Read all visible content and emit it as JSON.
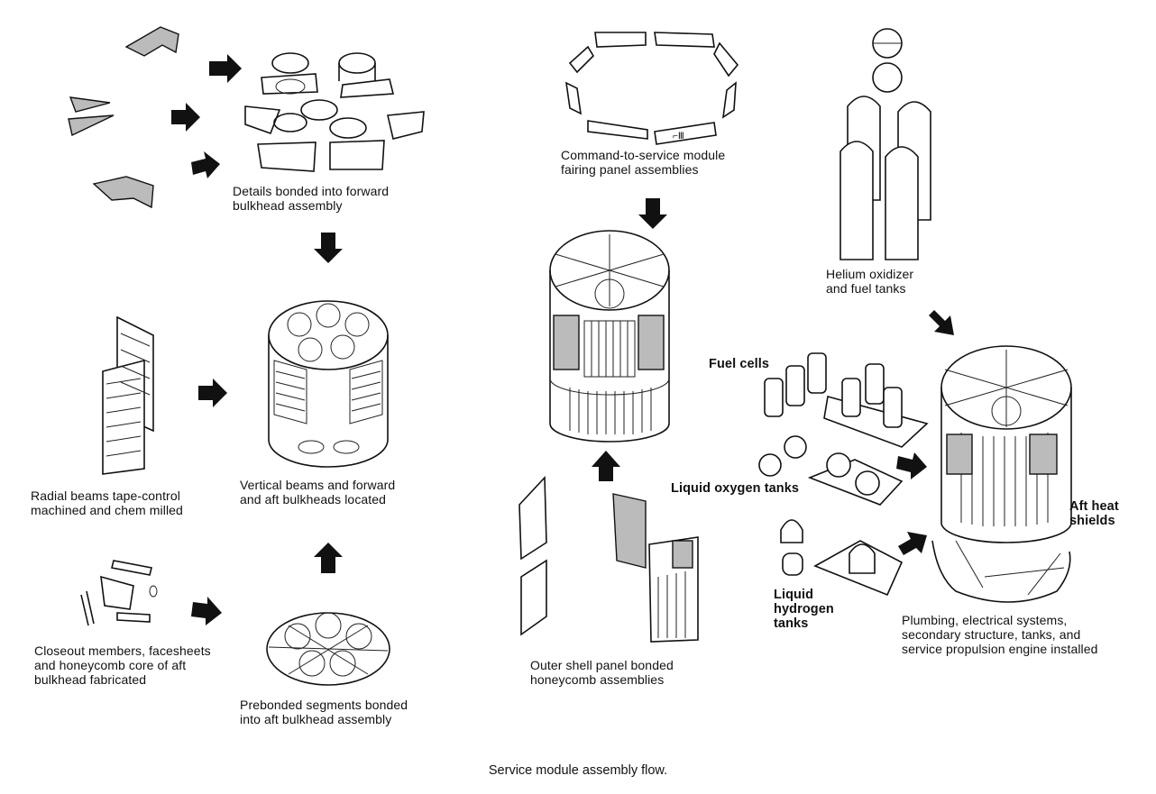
{
  "labels": {
    "forward_bulkhead": [
      "Details bonded into forward",
      "bulkhead assembly"
    ],
    "vertical_beams": [
      "Vertical beams and forward",
      "and aft bulkheads located"
    ],
    "radial_beams": [
      "Radial beams tape-control",
      "machined and chem milled"
    ],
    "closeout": [
      "Closeout members, facesheets",
      "and honeycomb core of aft",
      "bulkhead fabricated"
    ],
    "prebonded": [
      "Prebonded segments bonded",
      "into aft bulkhead assembly"
    ],
    "fairing": [
      "Command-to-service module",
      "fairing panel assemblies"
    ],
    "outer_shell": [
      "Outer shell panel bonded",
      "honeycomb assemblies"
    ],
    "helium": [
      "Helium oxidizer",
      "and fuel tanks"
    ],
    "fuel_cells": "Fuel cells",
    "lox": "Liquid oxygen tanks",
    "lh2": [
      "Liquid",
      "hydrogen",
      "tanks"
    ],
    "aft_heat": [
      "Aft heat",
      "shields"
    ],
    "plumbing": [
      "Plumbing, electrical systems,",
      "secondary structure, tanks, and",
      "service propulsion engine installed"
    ]
  },
  "caption": "Service module assembly flow."
}
